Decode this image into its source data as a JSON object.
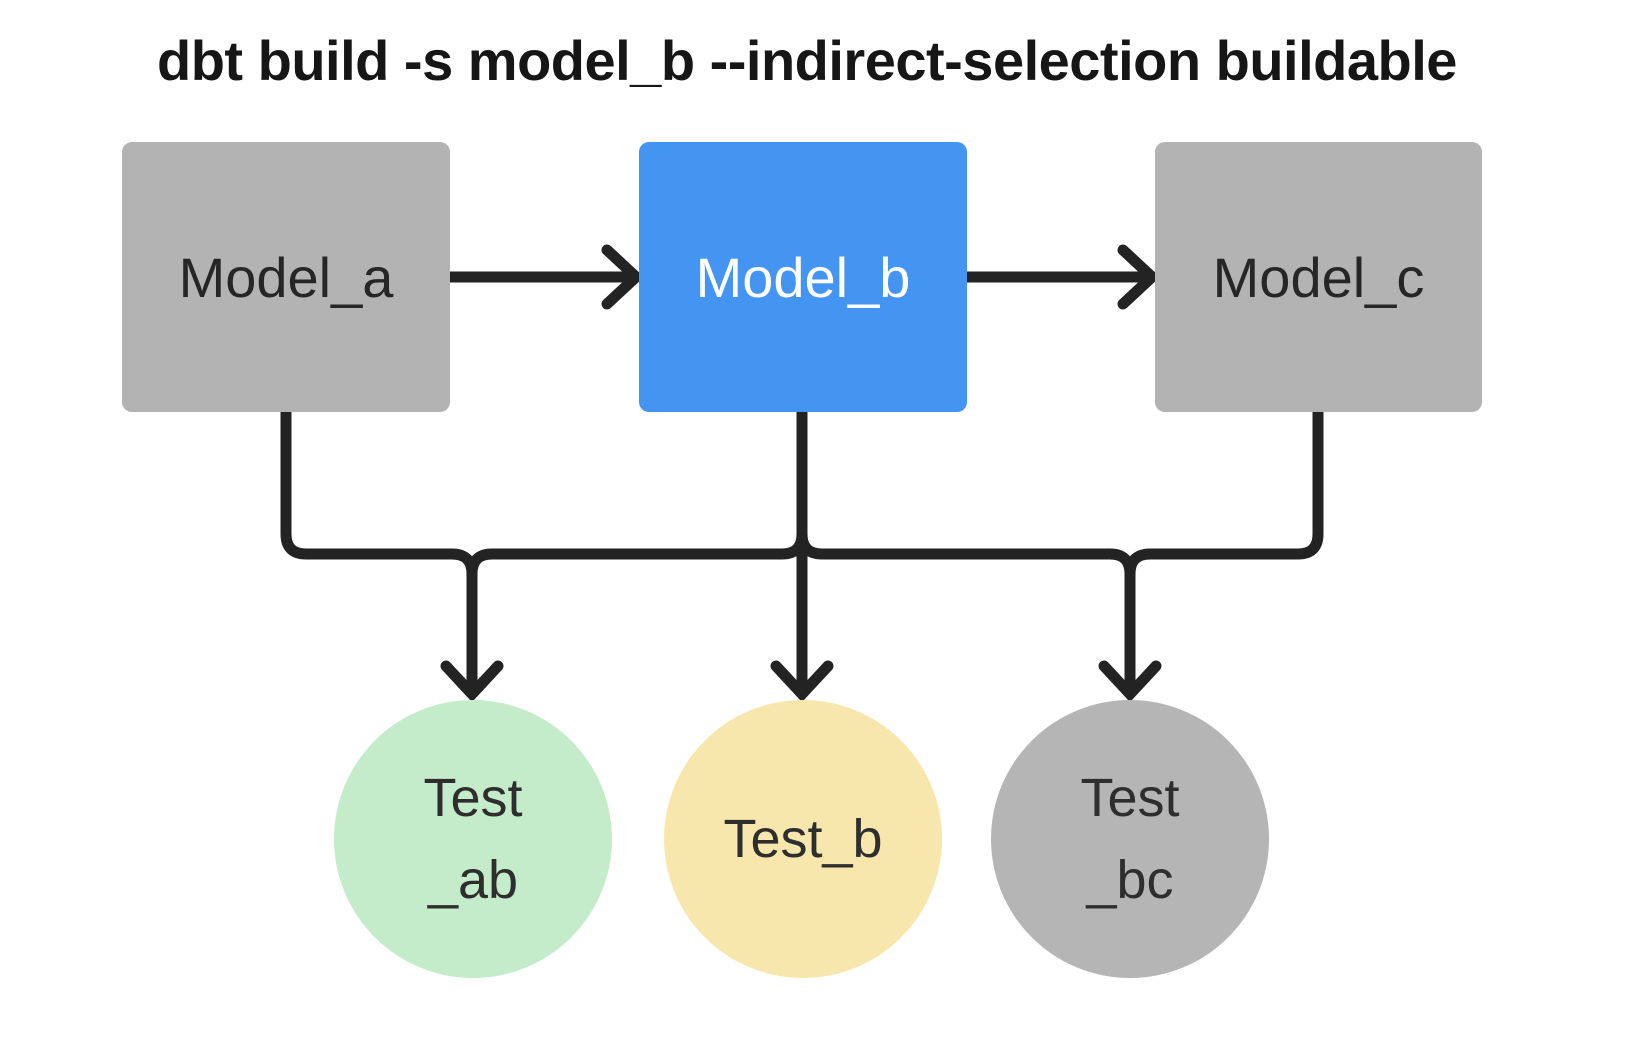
{
  "title": "dbt build -s model_b --indirect-selection buildable",
  "colors": {
    "background": "#ffffff",
    "edge": "#232323",
    "title_text": "#161616",
    "selected_blue": "#4495f2",
    "unselected_gray": "#b3b3b3",
    "test_green": "#c4ecca",
    "test_yellow": "#f8e7ac"
  },
  "nodes": {
    "model_a": {
      "label": "Model_a",
      "kind": "model",
      "fill": "#b3b3b3",
      "text": "#262626",
      "highlighted": false
    },
    "model_b": {
      "label": "Model_b",
      "kind": "model",
      "fill": "#4495f2",
      "text": "#ffffff",
      "highlighted": true
    },
    "model_c": {
      "label": "Model_c",
      "kind": "model",
      "fill": "#b3b3b3",
      "text": "#262626",
      "highlighted": false
    },
    "test_ab": {
      "lines": [
        "Test",
        "_ab"
      ],
      "kind": "test",
      "fill": "#c4ecca",
      "text": "#2e2e2e"
    },
    "test_b": {
      "lines": [
        "Test_b"
      ],
      "kind": "test",
      "fill": "#f8e7ac",
      "text": "#2e2e2e"
    },
    "test_bc": {
      "lines": [
        "Test",
        "_bc"
      ],
      "kind": "test",
      "fill": "#b5b5b5",
      "text": "#2e2e2e"
    }
  },
  "edges": [
    {
      "from": "model_a",
      "to": "model_b"
    },
    {
      "from": "model_b",
      "to": "model_c"
    },
    {
      "from": "model_a",
      "to": "test_ab"
    },
    {
      "from": "model_b",
      "to": "test_ab"
    },
    {
      "from": "model_b",
      "to": "test_b"
    },
    {
      "from": "model_b",
      "to": "test_bc"
    },
    {
      "from": "model_c",
      "to": "test_bc"
    }
  ]
}
